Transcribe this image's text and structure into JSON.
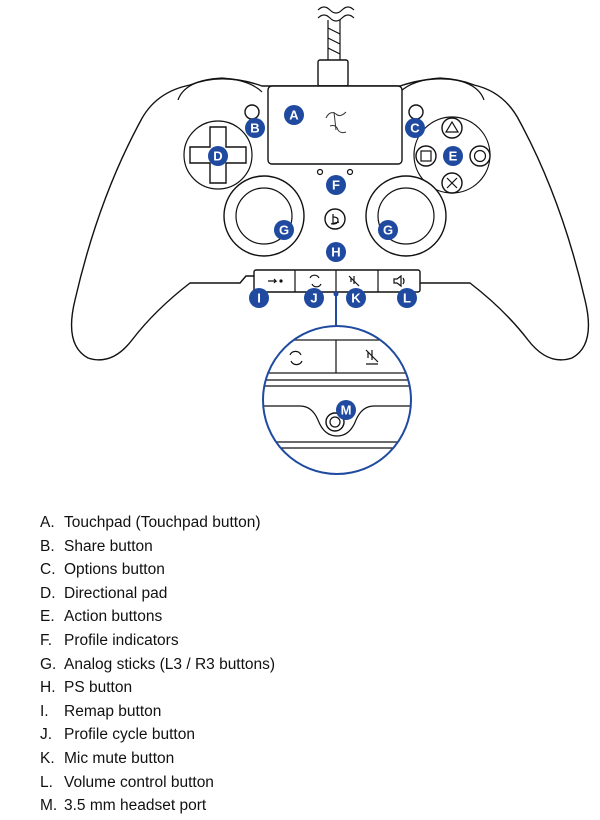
{
  "callouts": {
    "A": "A",
    "B": "B",
    "C": "C",
    "D": "D",
    "E": "E",
    "F": "F",
    "G": "G",
    "H": "H",
    "I": "I",
    "J": "J",
    "K": "K",
    "L": "L",
    "M": "M"
  },
  "legend": [
    {
      "letter": "A.",
      "text": "Touchpad (Touchpad button)"
    },
    {
      "letter": "B.",
      "text": "Share button"
    },
    {
      "letter": "C.",
      "text": "Options button"
    },
    {
      "letter": "D.",
      "text": "Directional pad"
    },
    {
      "letter": "E.",
      "text": "Action buttons"
    },
    {
      "letter": "F.",
      "text": "Profile indicators"
    },
    {
      "letter": "G.",
      "text": "Analog sticks (L3 / R3 buttons)"
    },
    {
      "letter": "H.",
      "text": "PS button"
    },
    {
      "letter": "I.",
      "text": "Remap button"
    },
    {
      "letter": "J.",
      "text": "Profile cycle button"
    },
    {
      "letter": "K.",
      "text": "Mic mute button"
    },
    {
      "letter": "L.",
      "text": "Volume control button"
    },
    {
      "letter": "M.",
      "text": "3.5 mm headset port"
    }
  ],
  "colors": {
    "callout": "#1f4aa0",
    "line": "#111111"
  },
  "icons": [
    "cable",
    "razer-logo",
    "triangle-icon",
    "square-icon",
    "circle-icon",
    "cross-icon",
    "ps-icon",
    "remap-icon",
    "profile-cycle-icon",
    "mic-mute-icon",
    "volume-icon",
    "headset-port"
  ]
}
